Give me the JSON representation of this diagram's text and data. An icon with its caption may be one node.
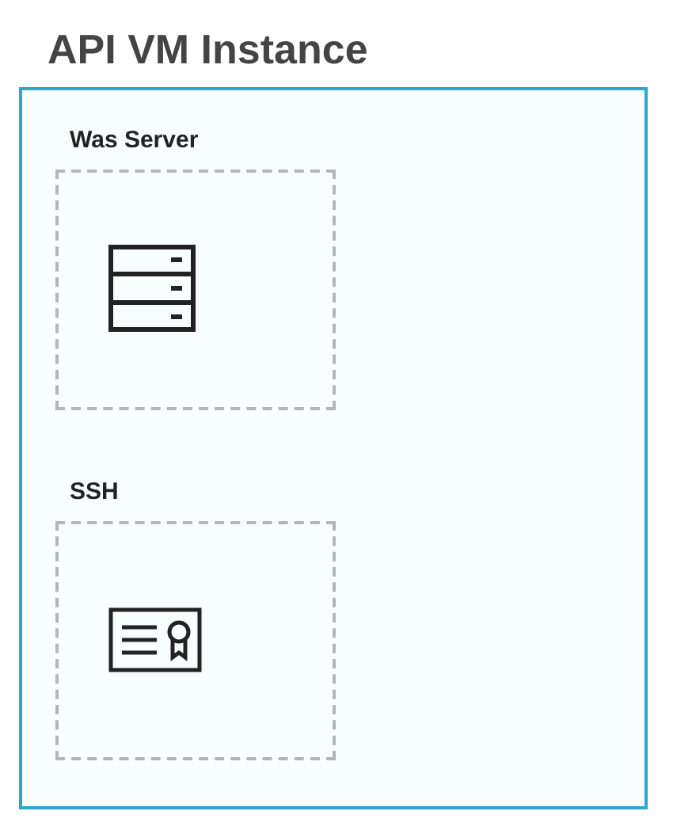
{
  "diagram": {
    "nodes": [
      {
        "text": [
          "API VM Instance"
        ]
      },
      {
        "text": [
          "Was Server"
        ],
        "in": 0
      },
      {
        "text": [
          "SSH"
        ],
        "in": 0
      }
    ]
  }
}
